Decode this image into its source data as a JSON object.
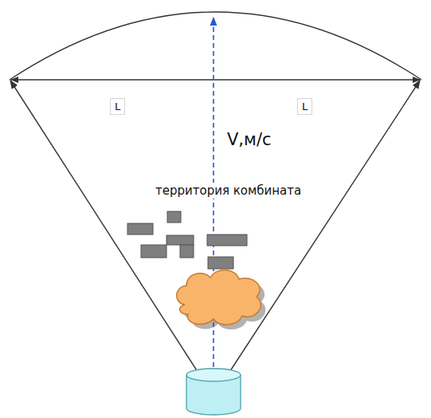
{
  "diagram": {
    "labels": [
      "L",
      "L",
      "V,м/с",
      "территория комбината"
    ]
  }
}
